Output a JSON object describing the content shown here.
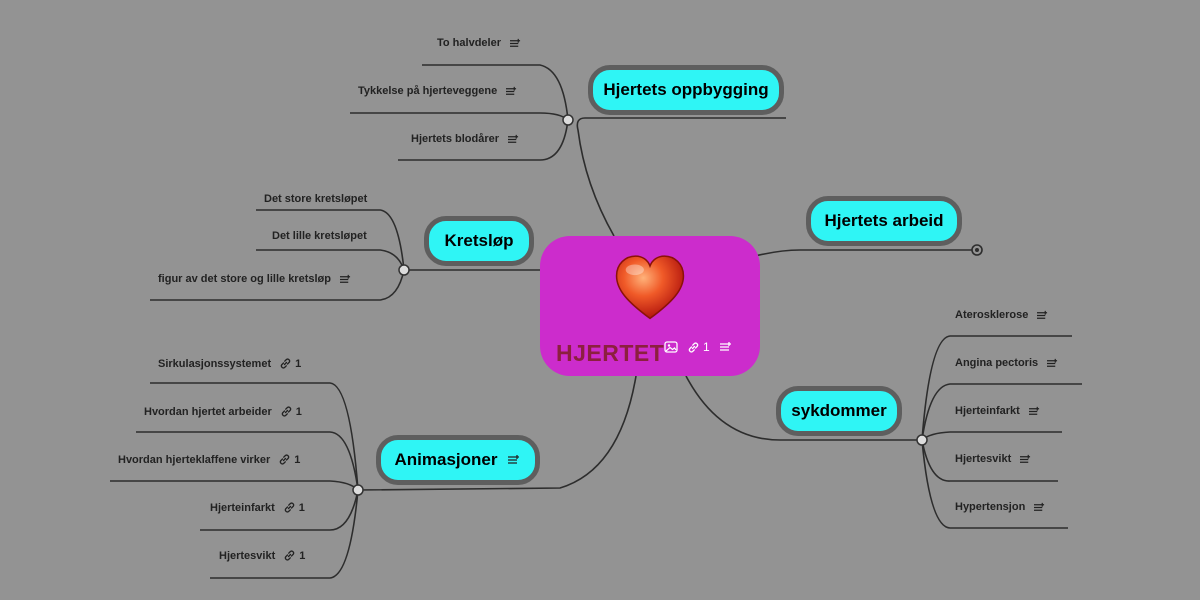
{
  "center": {
    "title": "HJERTET",
    "link_count": "1",
    "heart_icon": "heart-icon",
    "color": "#cc2ccc"
  },
  "topics": {
    "oppbygging": "Hjertets oppbygging",
    "arbeid": "Hjertets arbeid",
    "kretslop": "Kretsløp",
    "animasjoner": "Animasjoner",
    "sykdommer": "sykdommer"
  },
  "leaves": {
    "oppbygging": [
      "To halvdeler",
      "Tykkelse på hjerteveggene",
      "Hjertets blodårer"
    ],
    "kretslop": [
      "Det store kretsløpet",
      "Det lille kretsløpet",
      "figur av det store og lille kretsløp"
    ],
    "animasjoner": [
      "Sirkulasjonssystemet",
      "Hvordan hjertet arbeider",
      "Hvordan hjerteklaffene virker",
      "Hjerteinfarkt",
      "Hjertesvikt"
    ],
    "animasjoner_counts": [
      "1",
      "1",
      "1",
      "1",
      "1"
    ],
    "sykdommer": [
      "Aterosklerose",
      "Angina pectoris",
      "Hjerteinfarkt",
      "Hjertesvikt",
      "Hypertensjon"
    ]
  },
  "colors": {
    "topic_fill": "#2ff5f5",
    "topic_border": "#5e5e5e",
    "background": "#939393",
    "title_text": "#8c1f3f"
  }
}
